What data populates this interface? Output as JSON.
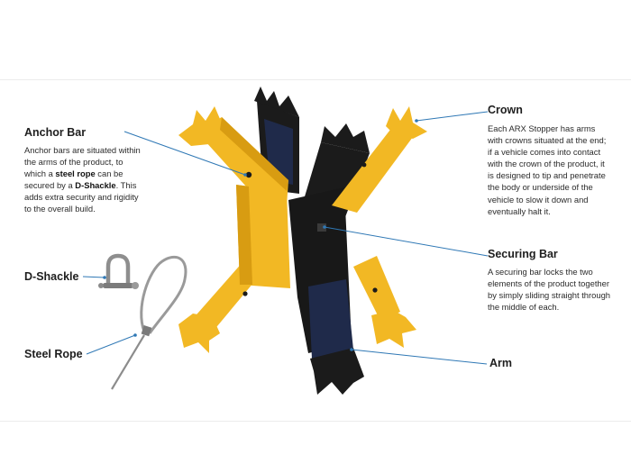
{
  "labels": {
    "anchor_bar": {
      "title": "Anchor Bar",
      "desc": {
        "p1": "Anchor bars are situated within the arms of the product, to which a ",
        "b1": "steel rope",
        "p2": " can be secured by a ",
        "b2": "D-Shackle",
        "p3": ". This adds extra security and rigidity to the overall build."
      }
    },
    "crown": {
      "title": "Crown",
      "desc": "Each ARX Stopper has arms with crowns situated at the end; if a vehicle comes into contact with the crown of the product, it is designed to tip and penetrate the body or underside of the vehicle to slow it down and eventually halt it."
    },
    "securing_bar": {
      "title": "Securing Bar",
      "desc": "A securing bar locks the two elements of the product together by simply sliding straight through the middle of each."
    },
    "d_shackle": {
      "title": "D-Shackle"
    },
    "steel_rope": {
      "title": "Steel Rope"
    },
    "arm": {
      "title": "Arm"
    }
  },
  "colors": {
    "yellow": "#f2b824",
    "yellow_shade": "#d89c12",
    "black": "#1b1b1b",
    "navy": "#1f2a4a",
    "leader": "#2f78b5"
  }
}
